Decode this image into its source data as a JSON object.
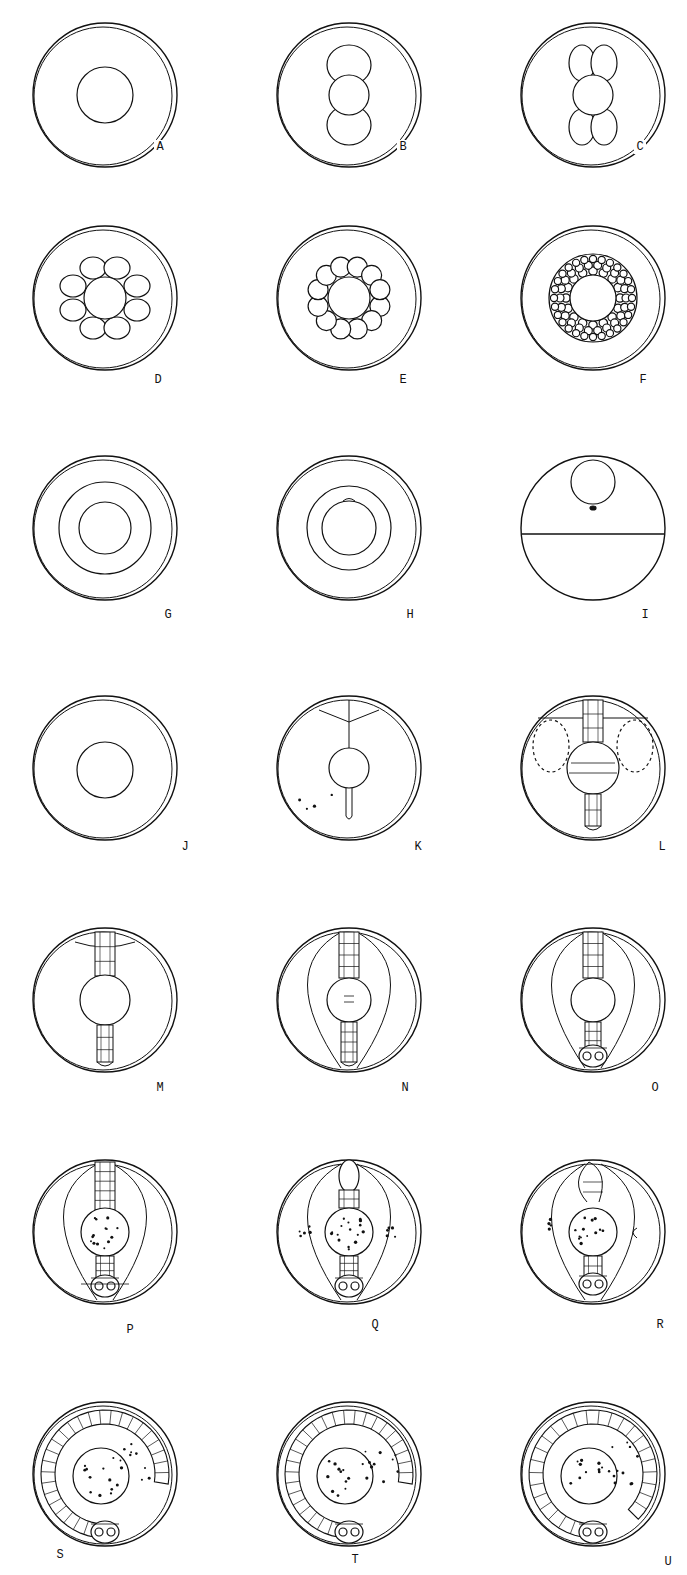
{
  "diagram": {
    "labels": [
      "A",
      "B",
      "C",
      "D",
      "E",
      "F",
      "G",
      "H",
      "I",
      "J",
      "K",
      "L",
      "M",
      "N",
      "O",
      "P",
      "Q",
      "R",
      "S",
      "T",
      "U"
    ]
  }
}
